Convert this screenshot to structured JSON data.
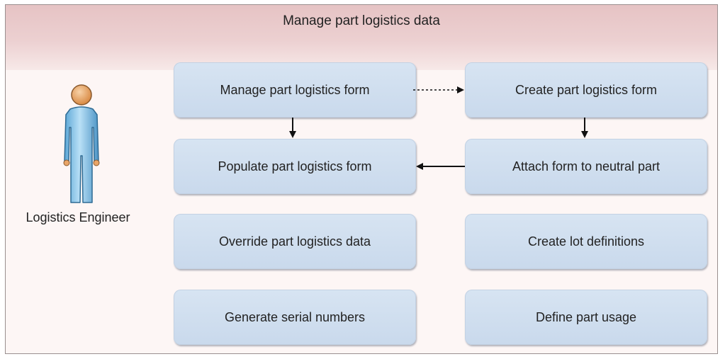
{
  "title": "Manage part logistics data",
  "actor": {
    "label": "Logistics Engineer",
    "icon": "person-icon"
  },
  "tasks": [
    {
      "id": "manage-form",
      "label": "Manage part logistics form"
    },
    {
      "id": "create-form",
      "label": "Create part logistics form"
    },
    {
      "id": "populate-form",
      "label": "Populate part logistics form"
    },
    {
      "id": "attach-form",
      "label": "Attach form to neutral part"
    },
    {
      "id": "override-data",
      "label": "Override part logistics data"
    },
    {
      "id": "create-lot",
      "label": "Create lot definitions"
    },
    {
      "id": "generate-serial",
      "label": "Generate serial numbers"
    },
    {
      "id": "define-usage",
      "label": "Define part usage"
    }
  ],
  "connections": [
    {
      "from": "manage-form",
      "to": "create-form",
      "style": "dotted"
    },
    {
      "from": "manage-form",
      "to": "populate-form",
      "style": "solid"
    },
    {
      "from": "create-form",
      "to": "attach-form",
      "style": "solid"
    },
    {
      "from": "attach-form",
      "to": "populate-form",
      "style": "solid"
    }
  ],
  "colors": {
    "band": "#e6c3c4",
    "background": "#fdf6f5",
    "box": "#d0dfef",
    "actor_head": "#e9a568",
    "actor_body": "#8fc3e4"
  }
}
